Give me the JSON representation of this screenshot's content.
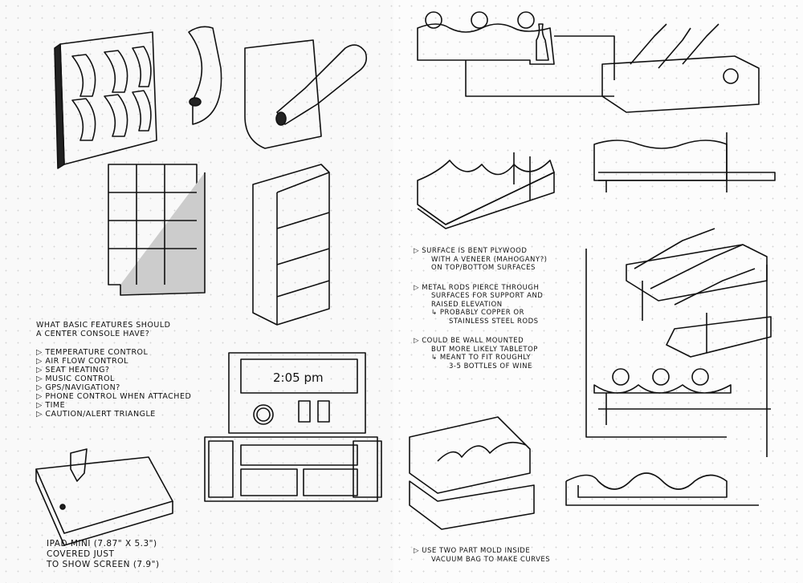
{
  "console_notes": {
    "heading": [
      "What basic features should",
      "a center console have?"
    ],
    "items": [
      "Temperature control",
      "Air flow control",
      "Seat heating?",
      "Music control",
      "GPS/Navigation?",
      "Phone control when attached",
      "Time",
      "Caution/Alert triangle"
    ]
  },
  "console_sketch": {
    "clock": "2:05 pm"
  },
  "ipad_note": [
    "iPad mini (7.87\" x 5.3\")",
    "Covered just",
    "to show screen (7.9\")"
  ],
  "rack_notes": [
    {
      "lines": [
        "Surface is bent plywood",
        "with a veneer (mahogany?)",
        "on top/bottom surfaces"
      ]
    },
    {
      "lines": [
        "Metal rods pierce through",
        "surfaces for support and",
        "raised elevation"
      ],
      "sub": [
        "Probably copper or",
        "stainless steel rods"
      ]
    },
    {
      "lines": [
        "Could be wall mounted",
        "but more likely tabletop"
      ],
      "sub": [
        "Meant to fit roughly",
        "3-5 bottles of wine"
      ]
    }
  ],
  "mold_note": [
    "Use two part mold inside",
    "vacuum bag to make curves"
  ]
}
